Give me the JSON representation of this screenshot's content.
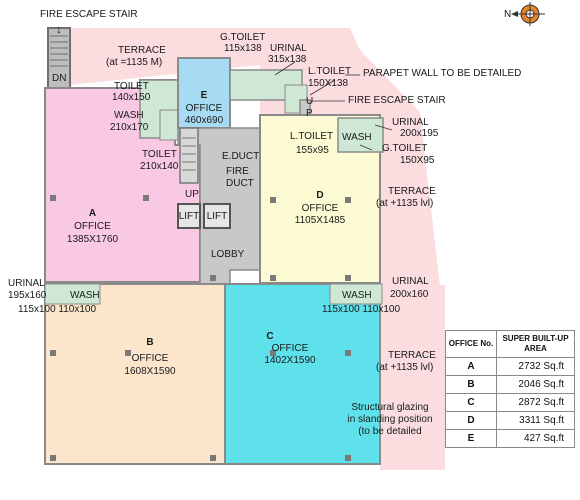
{
  "compass": {
    "north_label": "N"
  },
  "offices": [
    {
      "letter": "A",
      "label": "OFFICE",
      "size": "1385X1760"
    },
    {
      "letter": "B",
      "label": "OFFICE",
      "size": "1608X1590"
    },
    {
      "letter": "C",
      "label": "OFFICE",
      "size": "1402X1590"
    },
    {
      "letter": "D",
      "label": "OFFICE",
      "size": "1105X1485"
    },
    {
      "letter": "E",
      "label": "OFFICE",
      "size": "460x690"
    }
  ],
  "labels": {
    "fire_escape_top": "FIRE ESCAPE STAIR",
    "fire_escape_right": "FIRE ESCAPE STAIR",
    "dn": "DN",
    "terrace_top_1": "TERRACE",
    "terrace_top_2": "(at =1135 M)",
    "g_toilet_top": "G.TOILET",
    "g_toilet_top_size": "115x138",
    "urinal_top": "URINAL",
    "urinal_top_size": "315x138",
    "l_toilet_top": "L.TOILET",
    "l_toilet_top_size": "150X138",
    "parapet": "PARAPET WALL TO BE DETAILED",
    "toilet_left": "TOILET",
    "toilet_left_size": "140x150",
    "wash_left": "WASH",
    "wash_left_size": "210x170",
    "toilet_mid": "TOILET",
    "toilet_mid_size": "210x140",
    "e_duct": "E.DUCT",
    "fire_duct_1": "FIRE",
    "fire_duct_2": "DUCT",
    "up_left": "UP",
    "up_right_1": "U",
    "up_right_2": "P",
    "lift_1": "LIFT",
    "lift_2": "LIFT",
    "lobby": "LOBBY",
    "l_toilet_right": "L.TOILET",
    "l_toilet_right_size": "155x95",
    "wash_right": "WASH",
    "urinal_right": "URINAL",
    "urinal_right_size": "200x195",
    "g_toilet_right": "G.TOILET",
    "g_toilet_right_size": "150X95",
    "terrace_right_1": "TERRACE",
    "terrace_right_2": "(at +1135 lvl)",
    "urinal_left_mid": "URINAL",
    "urinal_left_mid_size": "195x160",
    "wash_left_mid": "WASH",
    "left_mid_sizes": "115x100  110x100",
    "urinal_right_mid": "URINAL",
    "urinal_right_mid_size": "200x160",
    "wash_right_mid": "WASH",
    "right_mid_sizes": "115x100 110x100",
    "terrace_lower_1": "TERRACE",
    "terrace_lower_2": "(at +1135 lvl)",
    "glazing_1": "Structural glazing",
    "glazing_2": "in slanding position",
    "glazing_3": "(to be detailed"
  },
  "area_table": {
    "headers": [
      "OFFICE No.",
      "SUPER BUILT-UP AREA"
    ],
    "rows": [
      [
        "A",
        "2732 Sq.ft"
      ],
      [
        "B",
        "2046 Sq.ft"
      ],
      [
        "C",
        "2872 Sq.ft"
      ],
      [
        "D",
        "3311 Sq.ft"
      ],
      [
        "E",
        "427 Sq.ft"
      ]
    ]
  },
  "colors": {
    "office_a": "#f9c9e4",
    "office_b": "#fbe6cc",
    "office_c": "#5ee1ea",
    "office_d": "#fdfbd3",
    "office_e": "#a7dbf3",
    "terrace": "#fbdde0",
    "core": "#c8c8c8",
    "wet_area": "#cfe8d6",
    "wall": "#8a8a8a"
  }
}
